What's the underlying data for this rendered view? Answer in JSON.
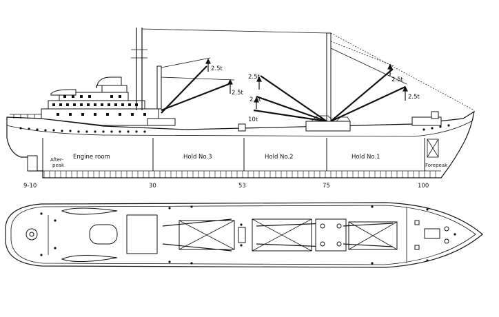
{
  "profile": {
    "spaces": {
      "afterpeak_line1": "After-",
      "afterpeak_line2": "peak",
      "engine_room": "Engine room",
      "hold3": "Hold No.3",
      "hold2": "Hold No.2",
      "hold1": "Hold No.1",
      "forepeak": "Forepeak"
    },
    "frames": [
      "9-10",
      "30",
      "53",
      "75",
      "100"
    ],
    "derricks": {
      "aft_upper": "2.5t",
      "aft_lower": "2.5t",
      "mid_upper": "2.5t",
      "mid_middle": "2.3t",
      "mid_heavy": "10t",
      "fwd_upper": "2.5t",
      "fwd_lower": "2.5t"
    }
  }
}
